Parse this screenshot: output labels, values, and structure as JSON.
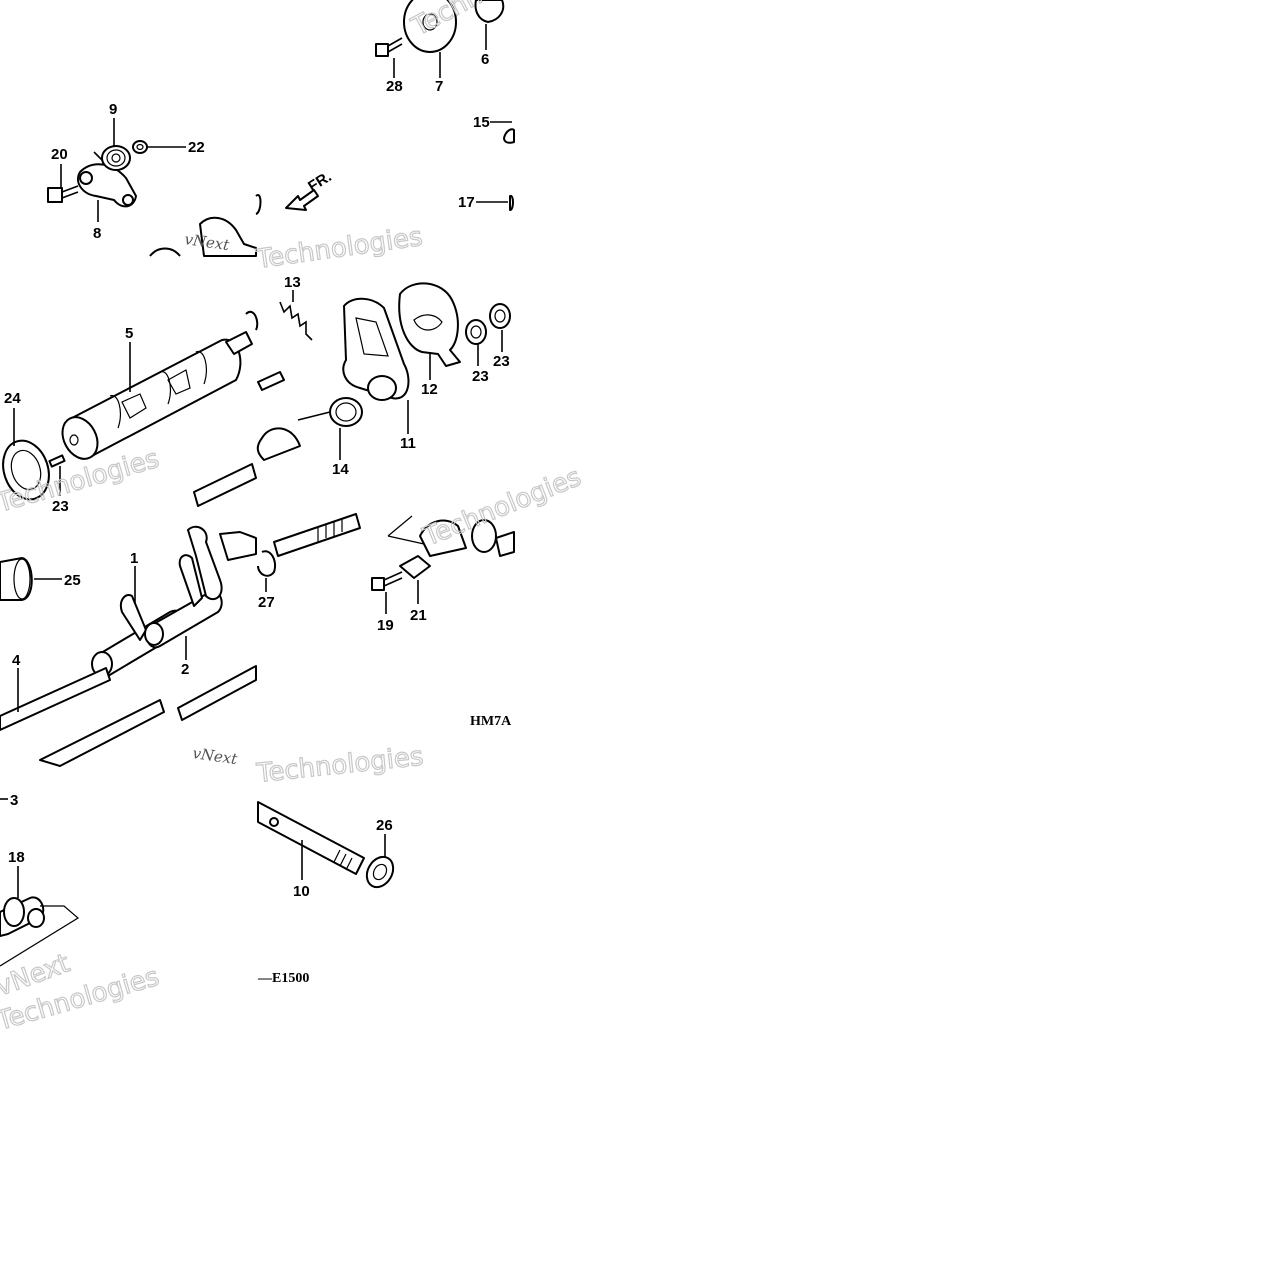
{
  "labels": {
    "p1": "1",
    "p2": "2",
    "p3": "3",
    "p4": "4",
    "p5": "5",
    "p6": "6",
    "p7": "7",
    "p8": "8",
    "p9": "9",
    "p10": "10",
    "p11": "11",
    "p12": "12",
    "p13": "13",
    "p14": "14",
    "p15": "15",
    "p17": "17",
    "p18": "18",
    "p19": "19",
    "p20": "20",
    "p21": "21",
    "p22": "22",
    "p23a": "23",
    "p23b": "23",
    "p23c": "23",
    "p24": "24",
    "p25": "25",
    "p26": "26",
    "p27": "27",
    "p28": "28"
  },
  "direction_label": "FR.",
  "codes": {
    "model": "HM7A",
    "frame": "—E1500"
  },
  "watermark": {
    "line1": "vNext",
    "line2": "Technologies"
  },
  "colors": {
    "ink": "#000000",
    "paper": "#ffffff",
    "watermark": "#c8c8c8"
  }
}
